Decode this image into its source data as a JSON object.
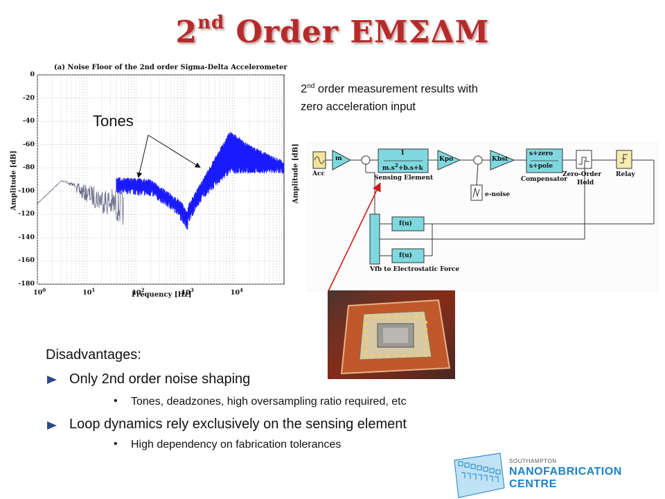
{
  "slide": {
    "title_main": "2",
    "title_sup": "nd",
    "title_rest": " Order EMΣΔM"
  },
  "plot": {
    "title": "(a) Noise Floor of the 2nd order Sigma-Delta Accelerometer",
    "ylabel": "Amplitude [dB]",
    "xlabel": "Frequency [Hz]",
    "yticks": [
      "0",
      "-20",
      "-40",
      "-60",
      "-80",
      "-100",
      "-120",
      "-140",
      "-160",
      "-180"
    ],
    "xticks": [
      {
        "base": "10",
        "exp": "0"
      },
      {
        "base": "10",
        "exp": "1"
      },
      {
        "base": "10",
        "exp": "2"
      },
      {
        "base": "10",
        "exp": "3"
      },
      {
        "base": "10",
        "exp": "4"
      }
    ],
    "annotation": "Tones"
  },
  "measurement": {
    "line1_pre": "2",
    "line1_sup": "nd",
    "line1_post": " order measurement results with",
    "line2": "zero acceleration input"
  },
  "diagram": {
    "acc": "Acc",
    "m": "m",
    "sensing_num": "1",
    "sensing_den": "m.s",
    "sensing_den_sup": "2",
    "sensing_den_rest": "+b.s+k",
    "sensing_label": "Sensing Element",
    "kpo": "Kpo",
    "kbst": "Kbst",
    "comp_num": "s+zero",
    "comp_den": "s+pole",
    "comp_label": "Compensator",
    "zoh_label1": "Zero-Order",
    "zoh_label2": "Hold",
    "relay": "Relay",
    "enoise": "e-noise",
    "fu1": "f(u)",
    "fu2": "f(u)",
    "vfb": "Vfb to Electrostatic Force"
  },
  "bullets": {
    "heading": "Disadvantages:",
    "item1": "Only 2nd order noise shaping",
    "item1_sub": "Tones, deadzones, high oversampling ratio required, etc",
    "item2": "Loop dynamics rely exclusively on the sensing element",
    "item2_sub": "High dependency on fabrication tolerances"
  },
  "logo": {
    "small": "SOUTHAMPTON",
    "big": "NANOFABRICATION CENTRE"
  },
  "colors": {
    "title": "#b72a2a",
    "trace": "#1a1aff",
    "accent": "#1a7fc8"
  }
}
